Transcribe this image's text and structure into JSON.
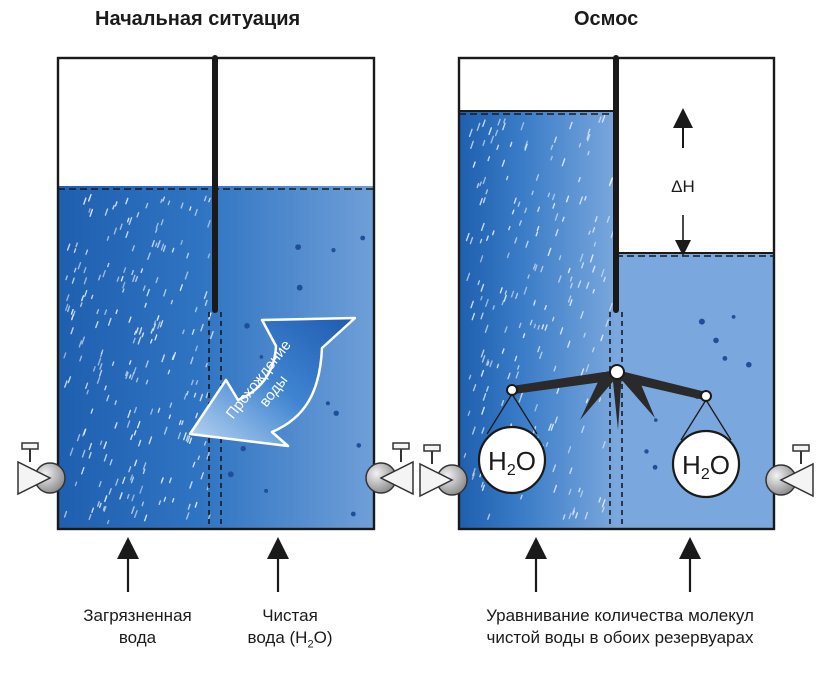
{
  "titles": {
    "initial": "Начальная ситуация",
    "osmosis": "Осмос"
  },
  "arrow_label": {
    "line1": "Прохождение",
    "line2": "воды"
  },
  "delta_h": "ΔH",
  "molecule": {
    "main": "H",
    "sub": "2",
    "tail": "O"
  },
  "bottom_labels": {
    "dirty_line1": "Загрязненная",
    "dirty_line2": "вода",
    "clean_line1": "Чистая",
    "clean_line2_pre": "вода (H",
    "clean_line2_sub": "2",
    "clean_line2_post": "O)",
    "balance_line1": "Уравнивание количества молекул",
    "balance_line2": "чистой воды в обоих резервуарах"
  },
  "colors": {
    "water_dark": "#1f63b3",
    "water_light": "#7ba7dc",
    "outline": "#1a1a1a",
    "valve_grey": "#9a9a9a"
  }
}
